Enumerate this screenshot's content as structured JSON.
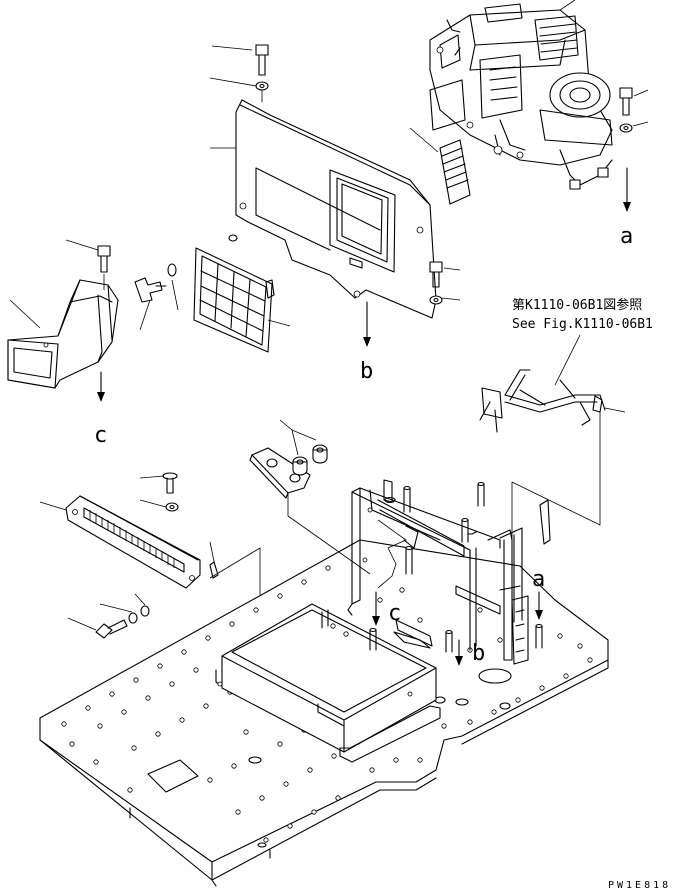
{
  "reference_note": {
    "line1": "第K1110-06B1図参照",
    "line2": "See Fig.K1110-06B1"
  },
  "markers": {
    "a_upper": "a",
    "b_upper": "b",
    "c_upper": "c",
    "a_lower": "a",
    "b_lower": "b",
    "c_lower": "c"
  },
  "drawing_code": "PW1E818"
}
